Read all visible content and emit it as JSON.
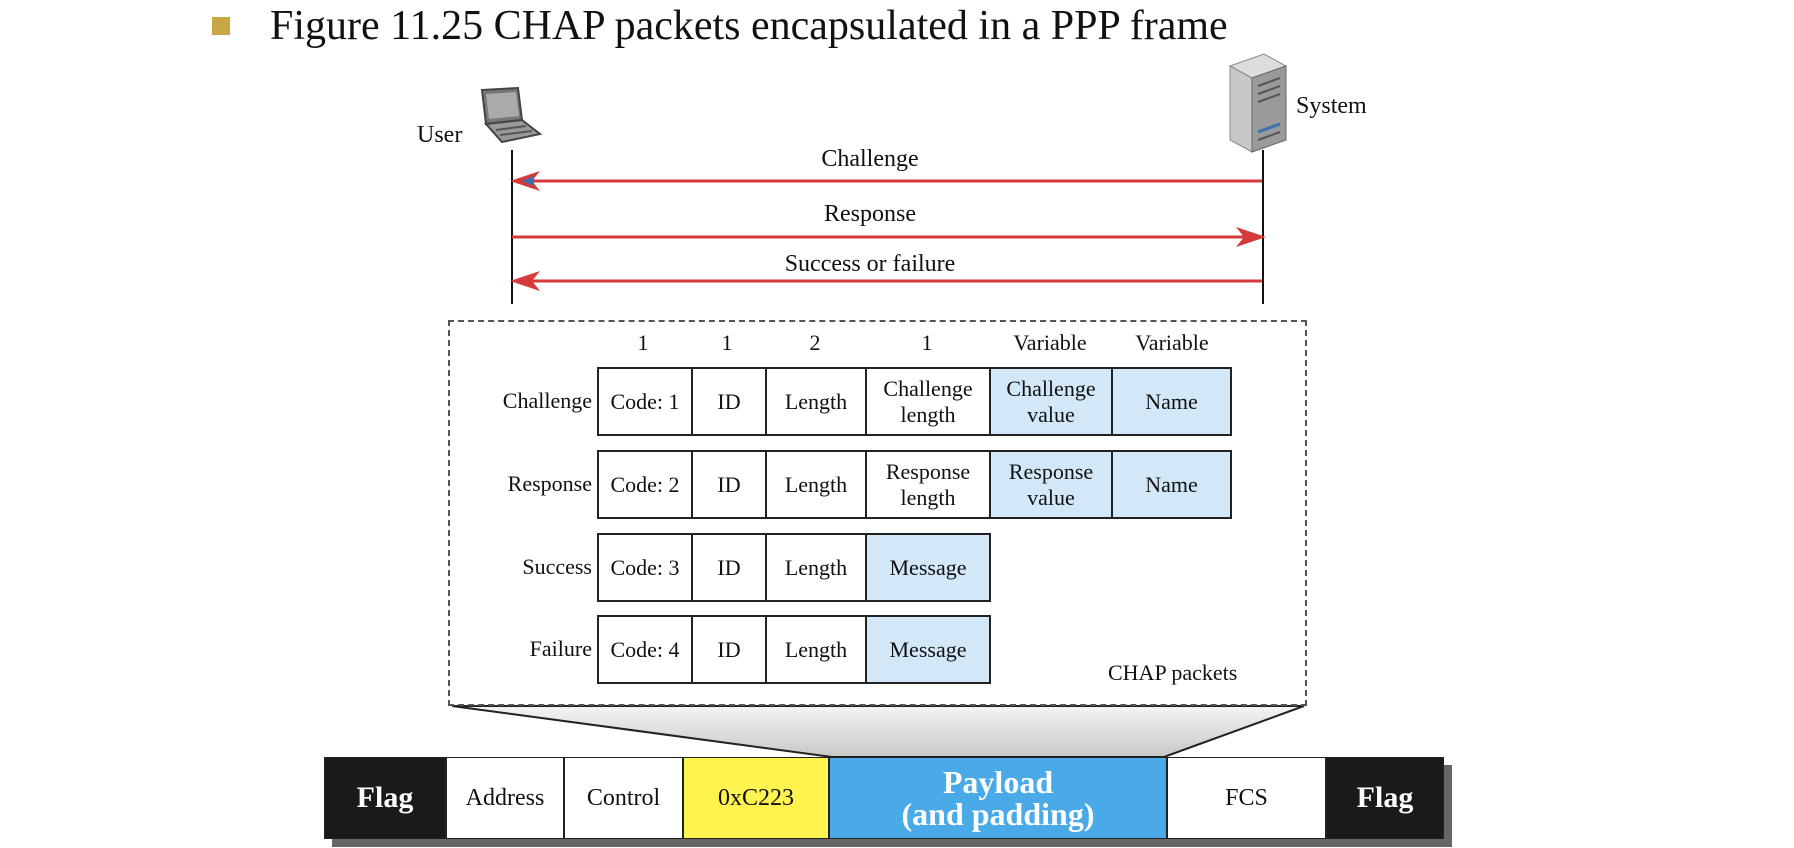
{
  "figure": {
    "title": "Figure 11.25  CHAP packets encapsulated in a PPP frame"
  },
  "entities": {
    "user": "User",
    "system": "System",
    "user_icon": "laptop-icon",
    "system_icon": "server-icon"
  },
  "messages": [
    {
      "label": "Challenge",
      "direction": "to-user"
    },
    {
      "label": "Response",
      "direction": "to-system"
    },
    {
      "label": "Success or failure",
      "direction": "to-user"
    }
  ],
  "chap": {
    "sizes": [
      "1",
      "1",
      "2",
      "1",
      "Variable",
      "Variable"
    ],
    "packets": [
      {
        "label": "Challenge",
        "cells": [
          "Code: 1",
          "ID",
          "Length",
          "Challenge length",
          "Challenge value",
          "Name"
        ]
      },
      {
        "label": "Response",
        "cells": [
          "Code: 2",
          "ID",
          "Length",
          "Response length",
          "Response value",
          "Name"
        ]
      },
      {
        "label": "Success",
        "cells": [
          "Code: 3",
          "ID",
          "Length",
          "Message"
        ]
      },
      {
        "label": "Failure",
        "cells": [
          "Code: 4",
          "ID",
          "Length",
          "Message"
        ]
      }
    ],
    "box_label": "CHAP packets"
  },
  "ppp_frame": {
    "fields": [
      "Flag",
      "Address",
      "Control",
      "0xC223",
      "Payload\n(and padding)",
      "FCS",
      "Flag"
    ]
  },
  "colors": {
    "arrow": "#d63a3a",
    "field_highlight": "#d2e8f8",
    "protocol_field": "#fff44f",
    "payload": "#4aaae8",
    "flag": "#1a1a1a",
    "bullet": "#c9a646"
  }
}
